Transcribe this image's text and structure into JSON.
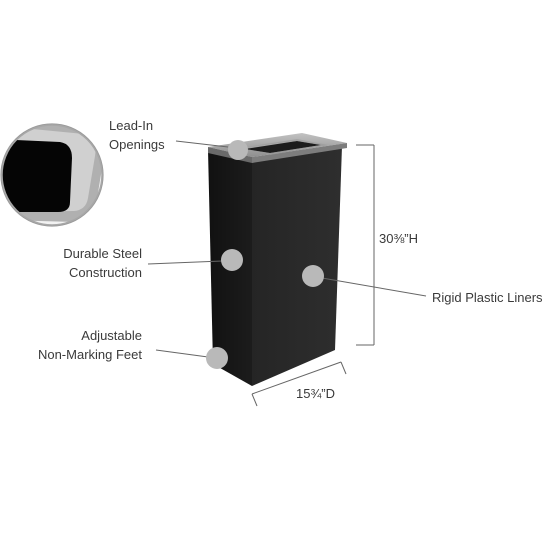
{
  "product": {
    "name": "Rectangular recycling bin",
    "body_color": "#1f1f1f",
    "lid_color": "#a8a8a8",
    "callout_dot_color": "#b9b9b9",
    "leader_color": "#666666"
  },
  "callouts": {
    "lead_in": {
      "line1": "Lead-In",
      "line2": "Openings"
    },
    "steel": {
      "line1": "Durable Steel",
      "line2": "Construction"
    },
    "feet": {
      "line1": "Adjustable",
      "line2": "Non-Marking Feet"
    },
    "liners": {
      "line1": "Rigid Plastic Liners"
    }
  },
  "dimensions": {
    "height": "30⅜”H",
    "depth": "15¾”D"
  },
  "detail_inset": {
    "icon": "opening-closeup"
  }
}
